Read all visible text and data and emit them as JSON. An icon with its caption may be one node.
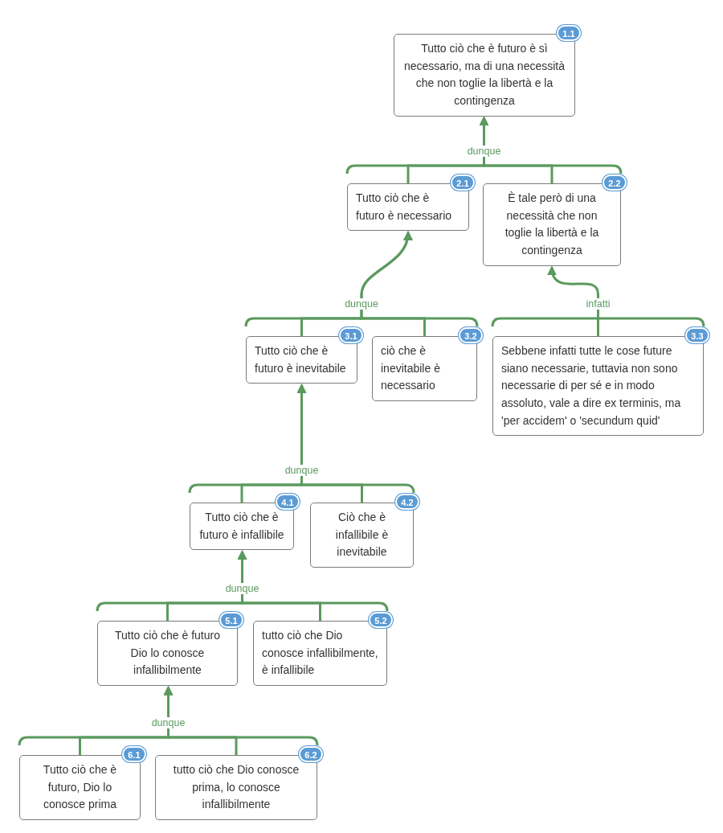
{
  "diagram": {
    "nodes": [
      {
        "text": [
          "Tutto ciò che è futuro è sì necessario, ma di una necessità che non toglie la libertà e la contingenza"
        ],
        "beside": [
          "1.1"
        ]
      },
      {
        "text": [
          "Tutto ciò che è futuro è necessario"
        ],
        "beside": [
          "2.1"
        ]
      },
      {
        "text": [
          "È tale però di una necessità che non toglie la libertà e la contingenza"
        ],
        "beside": [
          "2.2"
        ]
      },
      {
        "text": [
          "Tutto ciò che è futuro è inevitabile"
        ],
        "beside": [
          "3.1"
        ]
      },
      {
        "text": [
          "ciò che è inevitabile è necessario"
        ],
        "beside": [
          "3.2"
        ]
      },
      {
        "text": [
          "Sebbene infatti tutte le cose future siano necessarie, tuttavia non sono necessarie di per sé e in modo assoluto, vale a dire ex terminis, ma 'per accidem' o 'secundum quid'"
        ],
        "beside": [
          "3.3"
        ]
      },
      {
        "text": [
          "Tutto ciò che è futuro è infallibile"
        ],
        "beside": [
          "4.1"
        ]
      },
      {
        "text": [
          "Ciò che è infallibile è inevitabile"
        ],
        "beside": [
          "4.2"
        ]
      },
      {
        "text": [
          "Tutto ciò che è futuro Dio lo conosce infallibilmente"
        ],
        "beside": [
          "5.1"
        ]
      },
      {
        "text": [
          "tutto ciò che Dio conosce infallibilmente, è infallibile"
        ],
        "beside": [
          "5.2"
        ]
      },
      {
        "text": [
          "Tutto ciò che è futuro, Dio lo conosce prima"
        ],
        "beside": [
          "6.1"
        ]
      },
      {
        "text": [
          "tutto ciò che Dio conosce prima, lo conosce infallibilmente"
        ],
        "beside": [
          "6.2"
        ]
      }
    ],
    "edges": [
      {
        "from": 1,
        "to": 0,
        "arrow": "to",
        "label": "dunque"
      },
      {
        "from": 2,
        "to": 0,
        "arrow": "to"
      },
      {
        "from": 3,
        "to": 1,
        "arrow": "to",
        "label": "dunque"
      },
      {
        "from": 4,
        "to": 1,
        "arrow": "to"
      },
      {
        "from": 5,
        "to": 2,
        "arrow": "to",
        "label": "infatti"
      },
      {
        "from": 6,
        "to": 3,
        "arrow": "to",
        "label": "dunque"
      },
      {
        "from": 7,
        "to": 3,
        "arrow": "to"
      },
      {
        "from": 8,
        "to": 6,
        "arrow": "to",
        "label": "dunque"
      },
      {
        "from": 9,
        "to": 6,
        "arrow": "to"
      },
      {
        "from": 10,
        "to": 8,
        "arrow": "to",
        "label": "dunque"
      },
      {
        "from": 11,
        "to": 8,
        "arrow": "to"
      }
    ]
  }
}
